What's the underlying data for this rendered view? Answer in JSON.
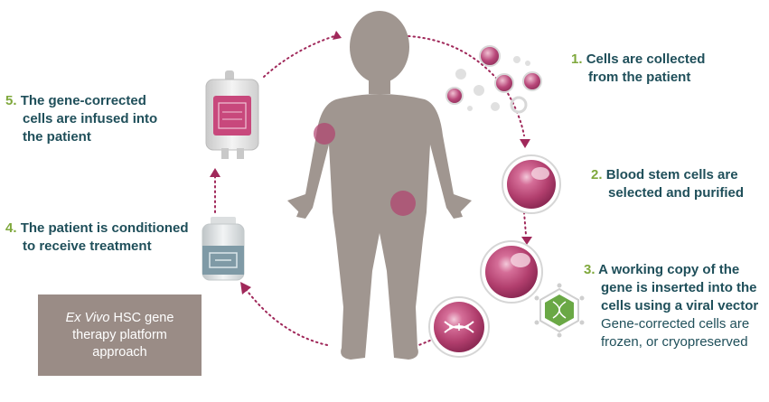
{
  "steps": [
    {
      "number": "1.",
      "lines": [
        "Cells are collected",
        "from the patient"
      ]
    },
    {
      "number": "2.",
      "lines": [
        "Blood stem cells are",
        "selected and purified"
      ]
    },
    {
      "number": "3.",
      "lines": [
        "A working copy of the",
        "gene is inserted into the",
        "cells using a viral vector"
      ],
      "extra_lines": [
        "Gene-corrected cells are",
        "frozen, or cryopreserved"
      ]
    },
    {
      "number": "4.",
      "lines": [
        "The patient is conditioned",
        "to receive treatment"
      ]
    },
    {
      "number": "5.",
      "lines": [
        "The gene-corrected",
        "cells are infused into",
        "the patient"
      ]
    }
  ],
  "caption": {
    "italic": "Ex Vivo",
    "rest": " HSC gene therapy platform approach"
  },
  "colors": {
    "text": "#1f4f5a",
    "number": "#7fa83c",
    "caption_bg": "#9a8c86",
    "body": "#a09690",
    "cell": "#b0406e",
    "arrow": "#a0285a",
    "vector": "#6aa845"
  },
  "icons": [
    "human-figure",
    "cell-cluster-icon",
    "stem-cell-icon",
    "modified-cell-icon",
    "dna-cell-icon",
    "viral-vector-icon",
    "medicine-vial-icon",
    "infusion-bag-icon"
  ]
}
